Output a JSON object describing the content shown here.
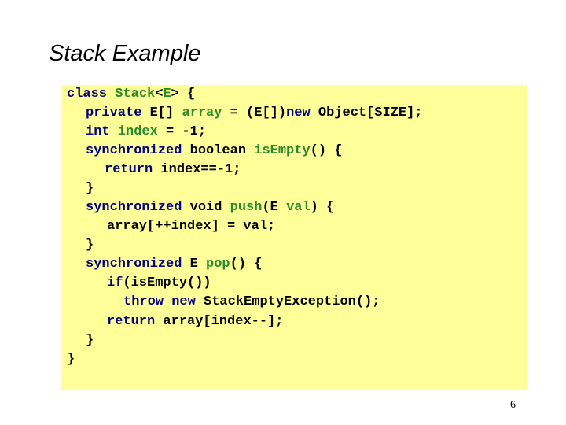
{
  "slide": {
    "title": "Stack Example",
    "page_number": "6"
  },
  "colors": {
    "background": "#ffffff",
    "code_background": "#ffff99",
    "keyword": "#000080",
    "identifier": "#2a8a2a",
    "text": "#000000"
  },
  "code": {
    "lines": [
      [
        {
          "t": "class ",
          "c": "kw"
        },
        {
          "t": "Stack",
          "c": "gr"
        },
        {
          "t": "<",
          "c": "bk"
        },
        {
          "t": "E",
          "c": "gr"
        },
        {
          "t": "> {",
          "c": "bk"
        }
      ],
      [
        {
          "t": "private ",
          "c": "kw"
        },
        {
          "t": "E[] ",
          "c": "bk"
        },
        {
          "t": "array",
          "c": "gr"
        },
        {
          "t": " = (E[])",
          "c": "bk"
        },
        {
          "t": "new",
          "c": "kw"
        },
        {
          "t": " Object[SIZE];",
          "c": "bk"
        }
      ],
      [
        {
          "t": "int ",
          "c": "kw"
        },
        {
          "t": "index",
          "c": "gr"
        },
        {
          "t": " = -1;",
          "c": "bk"
        }
      ],
      [
        {
          "t": "synchronized ",
          "c": "kw"
        },
        {
          "t": "boolean ",
          "c": "bk"
        },
        {
          "t": "isEmpty",
          "c": "gr"
        },
        {
          "t": "() {",
          "c": "bk"
        }
      ],
      [
        {
          "t": "return ",
          "c": "kw"
        },
        {
          "t": "index==-1;",
          "c": "bk"
        }
      ],
      [
        {
          "t": "}",
          "c": "bk"
        }
      ],
      [
        {
          "t": "synchronized ",
          "c": "kw"
        },
        {
          "t": "void ",
          "c": "bk"
        },
        {
          "t": "push",
          "c": "gr"
        },
        {
          "t": "(E ",
          "c": "bk"
        },
        {
          "t": "val",
          "c": "gr"
        },
        {
          "t": ") {",
          "c": "bk"
        }
      ],
      [
        {
          "t": "array[++index] = val;",
          "c": "bk"
        }
      ],
      [
        {
          "t": "}",
          "c": "bk"
        }
      ],
      [
        {
          "t": "synchronized ",
          "c": "kw"
        },
        {
          "t": "E ",
          "c": "bk"
        },
        {
          "t": "pop",
          "c": "gr"
        },
        {
          "t": "() {",
          "c": "bk"
        }
      ],
      [
        {
          "t": "if",
          "c": "kw"
        },
        {
          "t": "(isEmpty())",
          "c": "bk"
        }
      ],
      [
        {
          "t": "throw new ",
          "c": "kw"
        },
        {
          "t": "StackEmptyException();",
          "c": "bk"
        }
      ],
      [
        {
          "t": "return ",
          "c": "kw"
        },
        {
          "t": "array[index--];",
          "c": "bk"
        }
      ],
      [
        {
          "t": "}",
          "c": "bk"
        }
      ],
      [
        {
          "t": "}",
          "c": "bk"
        }
      ]
    ]
  }
}
